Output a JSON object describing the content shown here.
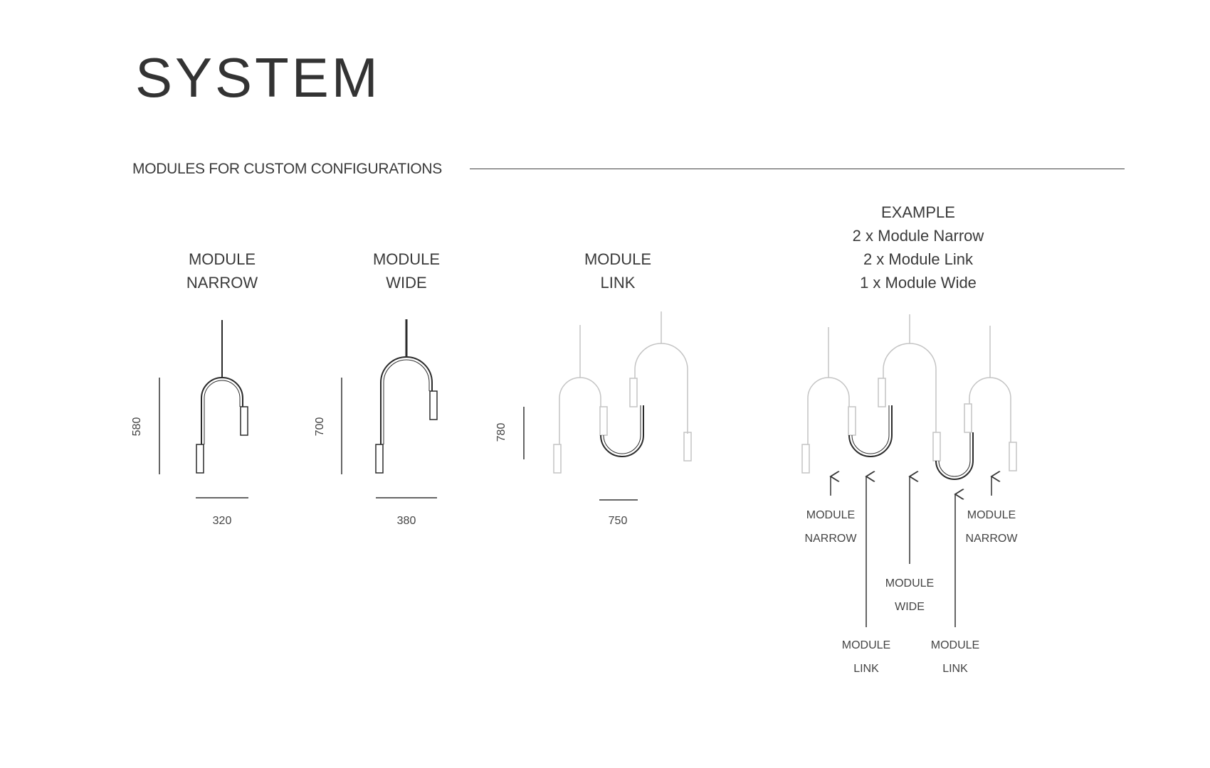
{
  "title": "SYSTEM",
  "section": {
    "heading": "MODULES FOR CUSTOM CONFIGURATIONS"
  },
  "modules": [
    {
      "id": "narrow",
      "line1": "MODULE",
      "line2": "NARROW",
      "height_dim": "580",
      "width_dim": "320"
    },
    {
      "id": "wide",
      "line1": "MODULE",
      "line2": "WIDE",
      "height_dim": "700",
      "width_dim": "380"
    },
    {
      "id": "link",
      "line1": "MODULE",
      "line2": "LINK",
      "height_dim": "780",
      "width_dim": "750"
    }
  ],
  "example": {
    "heading": "EXAMPLE",
    "lines": [
      "2 x Module Narrow",
      "2 x Module Link",
      "1 x Module Wide"
    ],
    "callouts": [
      {
        "line1": "MODULE",
        "line2": "NARROW"
      },
      {
        "line1": "MODULE",
        "line2": "NARROW"
      },
      {
        "line1": "MODULE",
        "line2": "WIDE"
      },
      {
        "line1": "MODULE",
        "line2": "LINK"
      },
      {
        "line1": "MODULE",
        "line2": "LINK"
      }
    ]
  },
  "colors": {
    "dark": "#2b2b2b",
    "light": "#bdbdbd",
    "text": "#3a3a3a"
  }
}
